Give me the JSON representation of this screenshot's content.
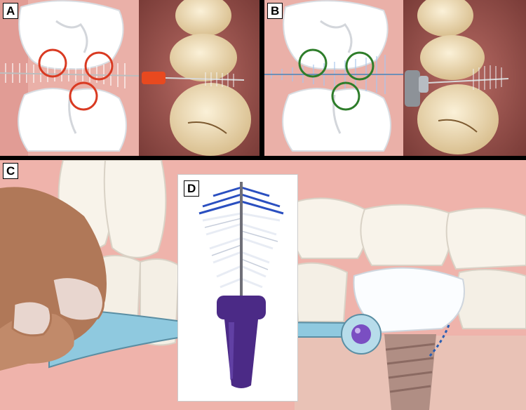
{
  "panels": {
    "a": {
      "label": "A",
      "ring_color": "#d93a22"
    },
    "b": {
      "label": "B",
      "ring_color": "#2e7d2a"
    },
    "c": {
      "label": "C"
    },
    "d": {
      "label": "D"
    }
  },
  "colors": {
    "gum": "#e8a9a2",
    "tooth": "#ffffff",
    "tooth_shadow": "#d6d8dc",
    "photo_gum": "#9a5550",
    "enamel": "#f2dfb8",
    "handle": "#8fc9df",
    "brush_blue": "#2a4fc0",
    "cap_purple": "#4b2a86",
    "skin": "#b07858",
    "implant": "#b08e84"
  }
}
